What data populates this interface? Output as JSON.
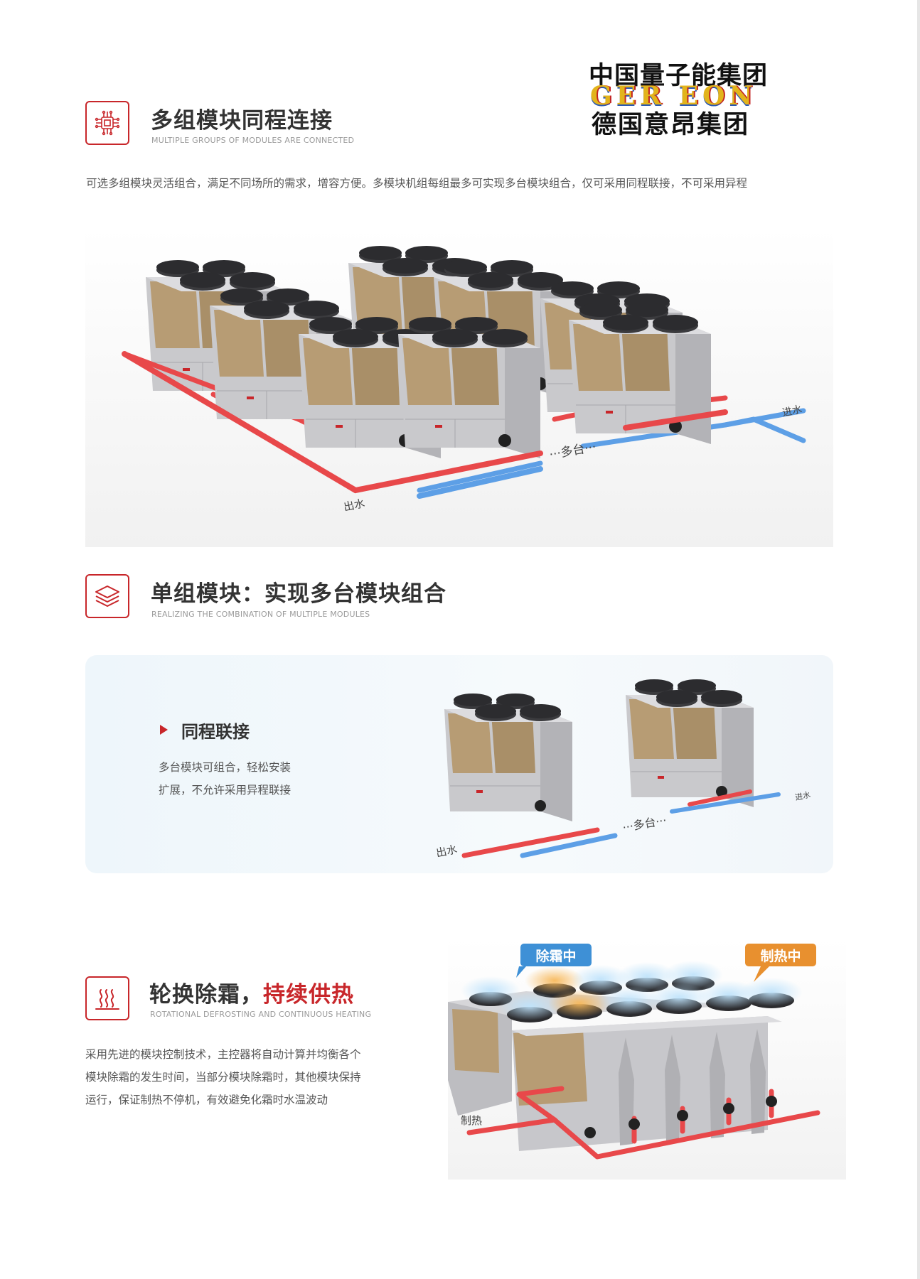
{
  "brand": {
    "cn_line1": "中国量子能集团",
    "en_line": "GER EON",
    "cn_line2": "德国意昂集团"
  },
  "section1": {
    "icon": "chip-icon",
    "title": "多组模块同程连接",
    "subtitle": "MULTIPLE GROUPS OF MODULES ARE CONNECTED",
    "description": "可选多组模块灵活组合，满足不同场所的需求，增容方便。多模块机组每组最多可实现多台模块组合，仅可采用同程联接，不可采用异程",
    "diagram_labels": {
      "outlet": "出水",
      "inlet": "进水",
      "multiple": "···多台···"
    }
  },
  "section2": {
    "icon": "layers-icon",
    "title": "单组模块：实现多台模块组合",
    "subtitle": "REALIZING THE COMBINATION OF MULTIPLE MODULES",
    "panel": {
      "heading": "同程联接",
      "line1": "多台模块可组合，轻松安装",
      "line2": "扩展，不允许采用异程联接",
      "diagram_labels": {
        "outlet": "出水",
        "inlet": "进水",
        "multiple": "···多台···"
      }
    }
  },
  "section3": {
    "icon": "heat-waves-icon",
    "title_main": "轮换除霜，",
    "title_highlight": "持续供热",
    "subtitle": "ROTATIONAL DEFROSTING AND CONTINUOUS HEATING",
    "line1": "采用先进的模块控制技术，主控器将自动计算并均衡各个",
    "line2": "模块除霜的发生时间，当部分模块除霜时，其他模块保持",
    "line3": "运行，保证制热不停机，有效避免化霜时水温波动",
    "bubble_defrost": "除霜中",
    "bubble_heating": "制热中",
    "diagram_label": "制热"
  },
  "colors": {
    "accent_red": "#c8262a",
    "hot_pipe": "#e8484a",
    "cold_pipe": "#5d9fe6",
    "defrost_blue": "#3e90d6",
    "heating_orange": "#e8902f"
  }
}
